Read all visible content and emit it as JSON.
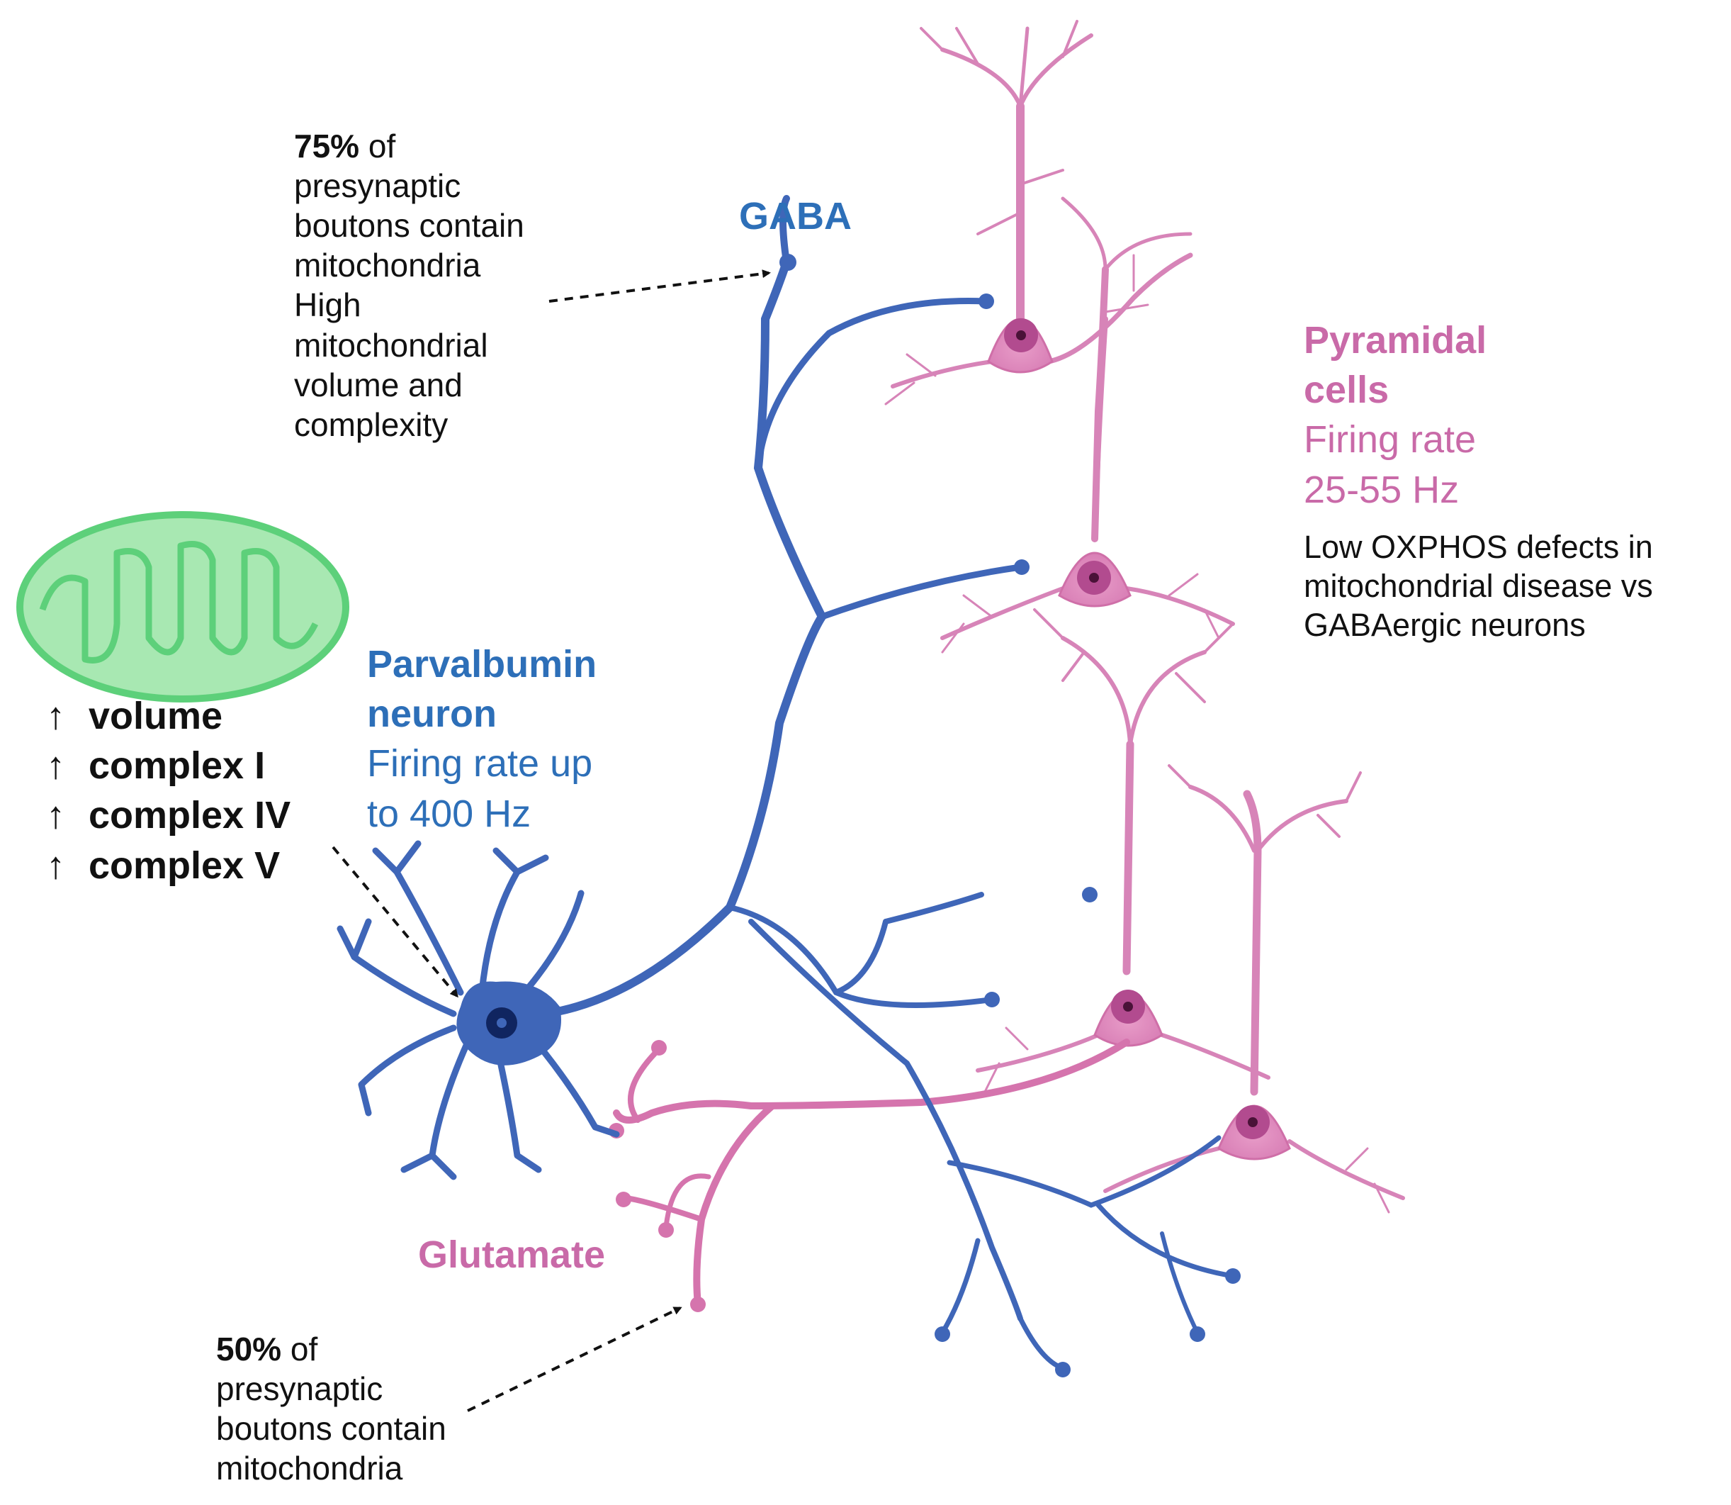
{
  "annotations": {
    "gaba_boutons": {
      "lead_value": "75%",
      "lead_rest": " of",
      "lines": [
        "presynaptic",
        "boutons contain",
        "mitochondria",
        "High",
        "mitochondrial",
        "volume and",
        "complexity"
      ]
    },
    "glutamate_boutons": {
      "lead_value": "50%",
      "lead_rest": " of",
      "lines": [
        "presynaptic",
        "boutons contain",
        "mitochondria"
      ]
    }
  },
  "labels": {
    "gaba": "GABA",
    "glutamate": "Glutamate"
  },
  "parvalbumin": {
    "title_lines": [
      "Parvalbumin",
      "neuron"
    ],
    "firing_lines": [
      "Firing rate up",
      "to 400 Hz"
    ]
  },
  "pyramidal": {
    "title_lines": [
      "Pyramidal",
      "cells"
    ],
    "firing_lines": [
      "Firing rate",
      "25-55 Hz"
    ],
    "note_lines": [
      "Low OXPHOS defects in",
      "mitochondrial disease vs",
      "GABAergic neurons"
    ]
  },
  "mitochondria": {
    "arrow_glyph": "↑",
    "items": [
      "volume",
      "complex I",
      "complex IV",
      "complex V"
    ]
  },
  "colors": {
    "gaba_blue": "#3f66b8",
    "label_blue": "#2d6fb8",
    "pyramidal_pink": "#d784b8",
    "glutamate_pink": "#d574ad",
    "mito_green": "#5dd07a",
    "mito_fill": "#a8e8b2"
  },
  "icons": [
    "mitochondrion-icon",
    "parvalbumin-neuron-icon",
    "pyramidal-cell-icon"
  ]
}
